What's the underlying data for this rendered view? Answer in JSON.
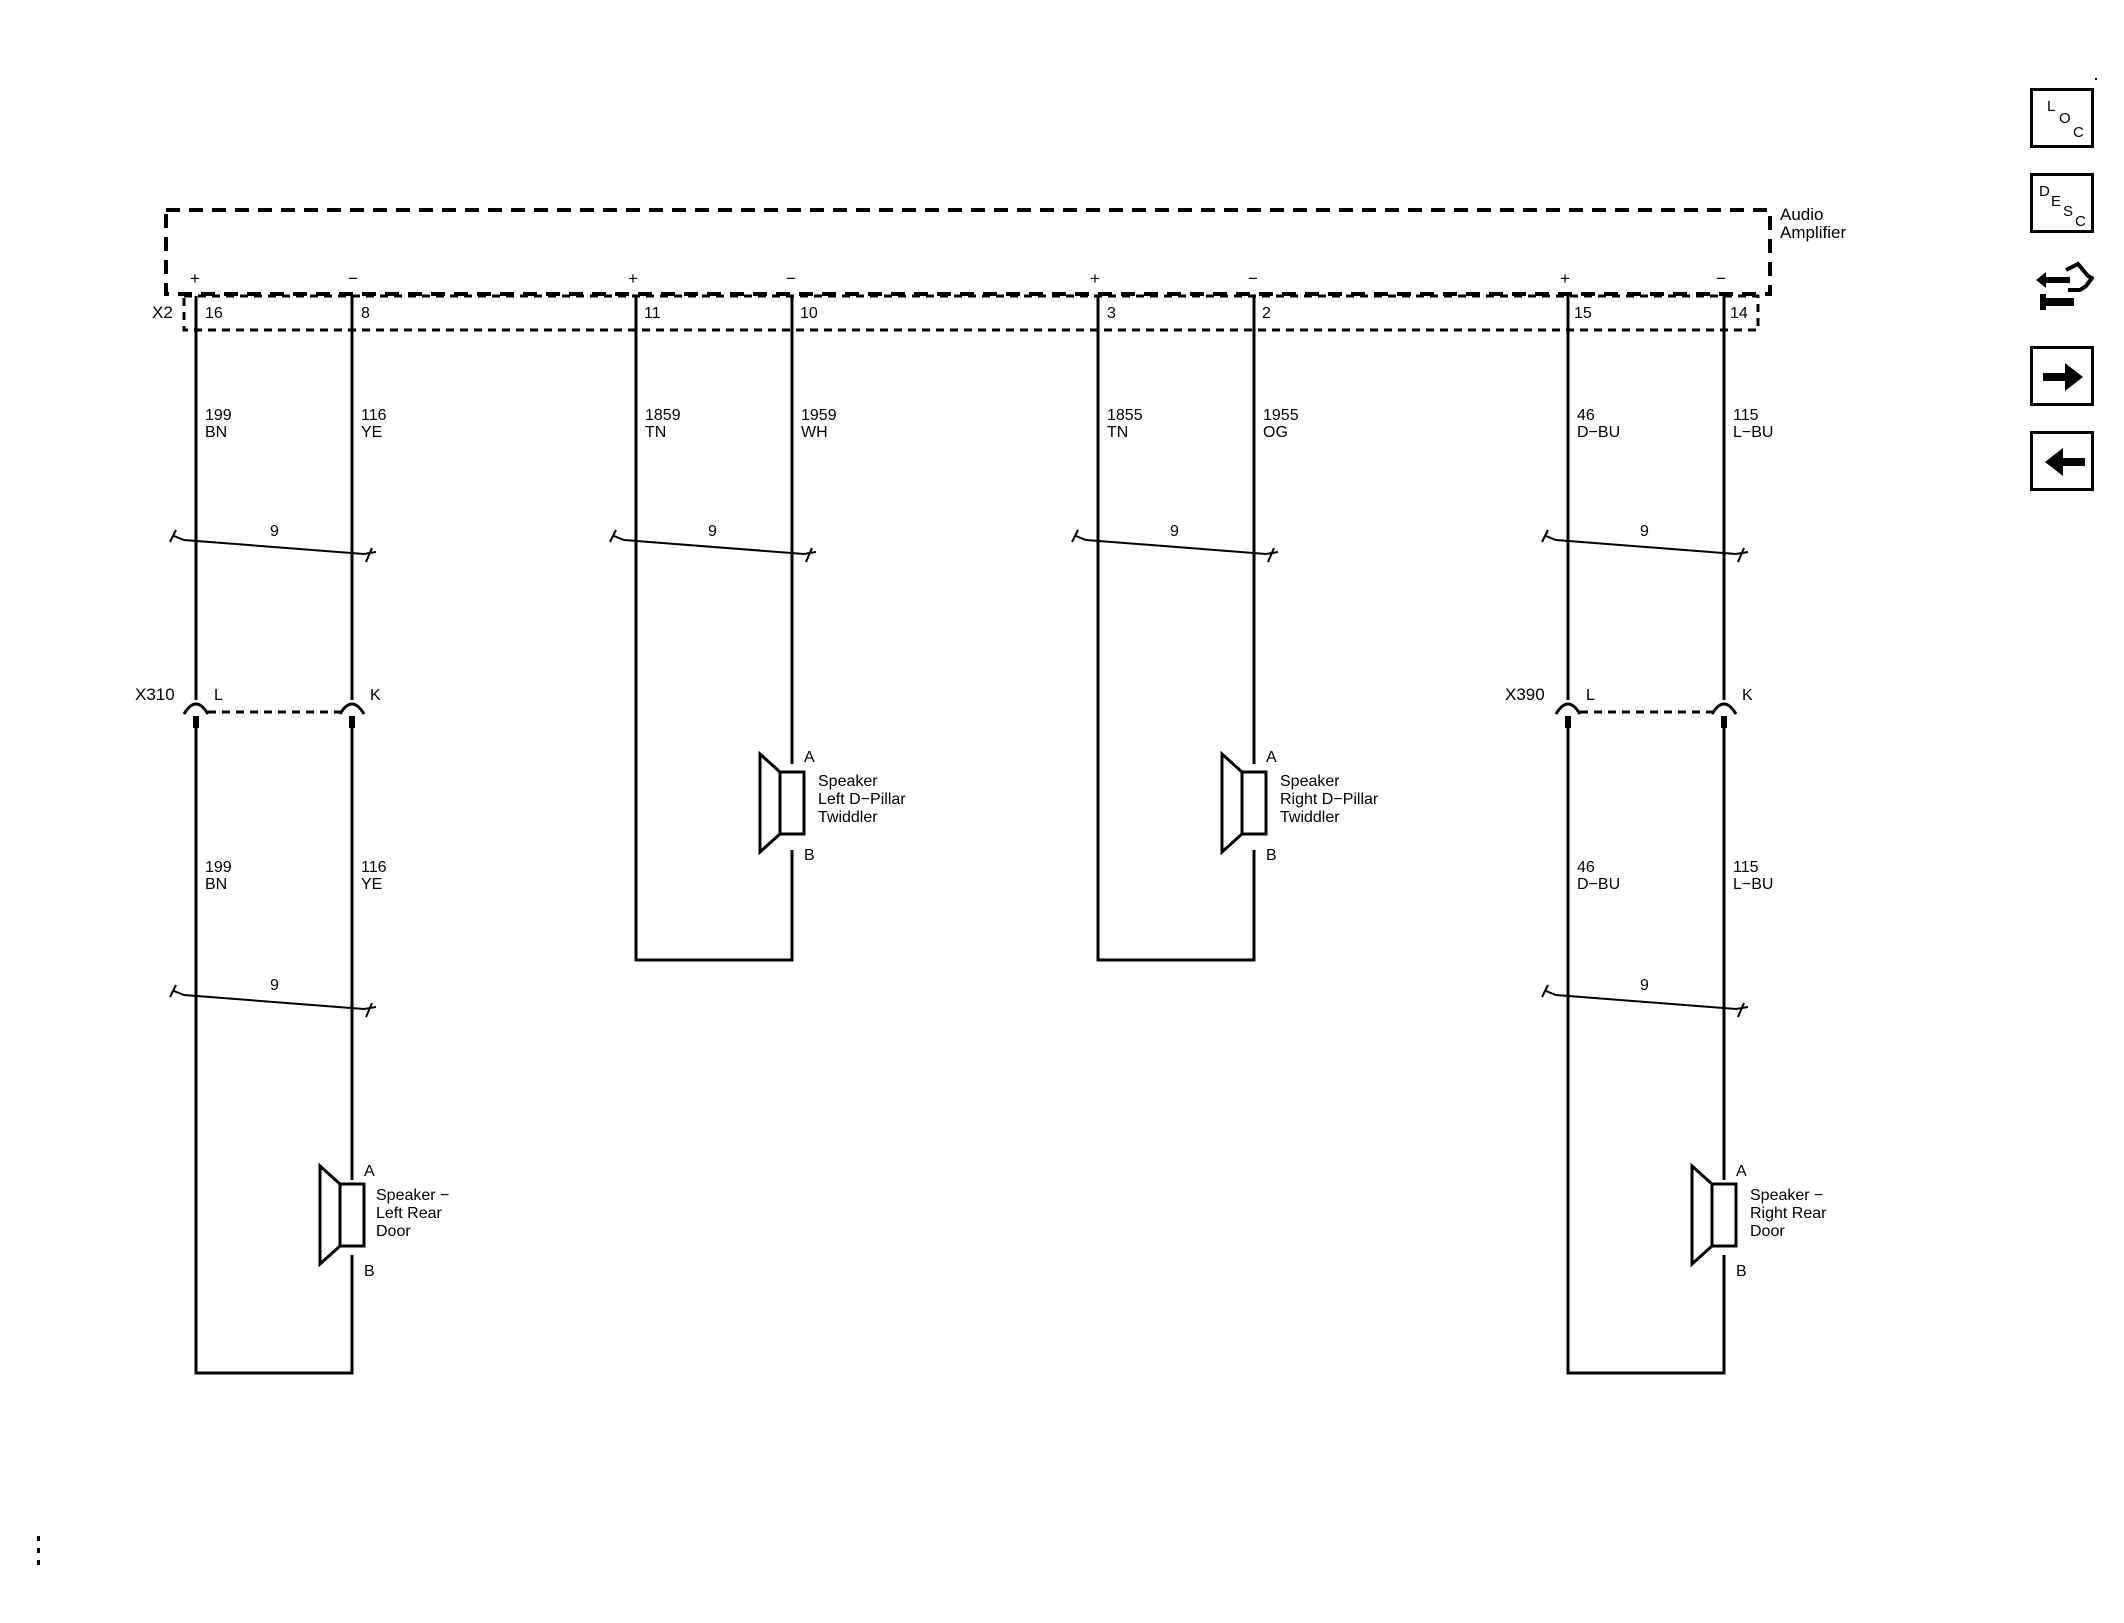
{
  "module": {
    "name_line1": "Audio",
    "name_line2": "Amplifier",
    "connector": "X2"
  },
  "polarity": {
    "plus": "+",
    "minus": "−"
  },
  "pins": [
    "16",
    "8",
    "11",
    "10",
    "3",
    "2",
    "15",
    "14"
  ],
  "wires_upper": [
    {
      "circuit": "199",
      "color": "BN"
    },
    {
      "circuit": "116",
      "color": "YE"
    },
    {
      "circuit": "1859",
      "color": "TN"
    },
    {
      "circuit": "1959",
      "color": "WH"
    },
    {
      "circuit": "1855",
      "color": "TN"
    },
    {
      "circuit": "1955",
      "color": "OG"
    },
    {
      "circuit": "46",
      "color": "D−BU"
    },
    {
      "circuit": "115",
      "color": "L−BU"
    }
  ],
  "wires_lower": [
    {
      "circuit": "199",
      "color": "BN"
    },
    {
      "circuit": "116",
      "color": "YE"
    },
    {
      "circuit": "46",
      "color": "D−BU"
    },
    {
      "circuit": "115",
      "color": "L−BU"
    }
  ],
  "twist": "9",
  "inline_connectors": [
    {
      "name": "X310",
      "pin_a": "L",
      "pin_b": "K"
    },
    {
      "name": "X390",
      "pin_a": "L",
      "pin_b": "K"
    }
  ],
  "speakers": [
    {
      "line1": "Speaker",
      "line2": "Left D−Pillar",
      "line3": "Twiddler",
      "term_a": "A",
      "term_b": "B"
    },
    {
      "line1": "Speaker",
      "line2": "Right D−Pillar",
      "line3": "Twiddler",
      "term_a": "A",
      "term_b": "B"
    },
    {
      "line1": "Speaker −",
      "line2": "Left Rear",
      "line3": "Door",
      "term_a": "A",
      "term_b": "B"
    },
    {
      "line1": "Speaker −",
      "line2": "Right Rear",
      "line3": "Door",
      "term_a": "A",
      "term_b": "B"
    }
  ],
  "nav": {
    "loc": {
      "l": "L",
      "o": "O",
      "c": "C"
    },
    "desc": {
      "d": "D",
      "e": "E",
      "s": "S",
      "c": "C"
    },
    "icons": [
      "loc-icon",
      "desc-icon",
      "connector-tool-icon",
      "next-arrow-icon",
      "previous-arrow-icon"
    ]
  }
}
